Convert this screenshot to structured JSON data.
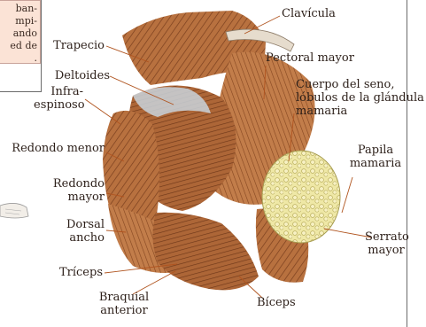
{
  "note": {
    "lines": [
      "ban-",
      "mpi-",
      "ando",
      "ed de",
      "."
    ]
  },
  "labels": {
    "clavicula": "Clavícula",
    "trapecio": "Trapecio",
    "pectoral_mayor": "Pectoral mayor",
    "deltoides": "Deltoides",
    "cuerpo_seno_1": "Cuerpo del seno,",
    "cuerpo_seno_2": "lóbulos de la glándula",
    "cuerpo_seno_3": "mamaria",
    "infraespinoso_1": "Infra-",
    "infraespinoso_2": "espinoso",
    "papila_1": "Papila",
    "papila_2": "mamaria",
    "redondo_menor": "Redondo menor",
    "redondo_mayor_1": "Redondo",
    "redondo_mayor_2": "mayor",
    "dorsal_1": "Dorsal",
    "dorsal_2": "ancho",
    "serrato_1": "Serrato",
    "serrato_2": "mayor",
    "triceps": "Tríceps",
    "braquial_1": "Braquial",
    "braquial_2": "anterior",
    "biceps": "Bíceps"
  },
  "colors": {
    "muscle": "#b5703f",
    "muscle_dark": "#7a3f1e",
    "fascia": "#c9d4dc",
    "gland": "#efe7a3",
    "leader": "#b0541f"
  }
}
